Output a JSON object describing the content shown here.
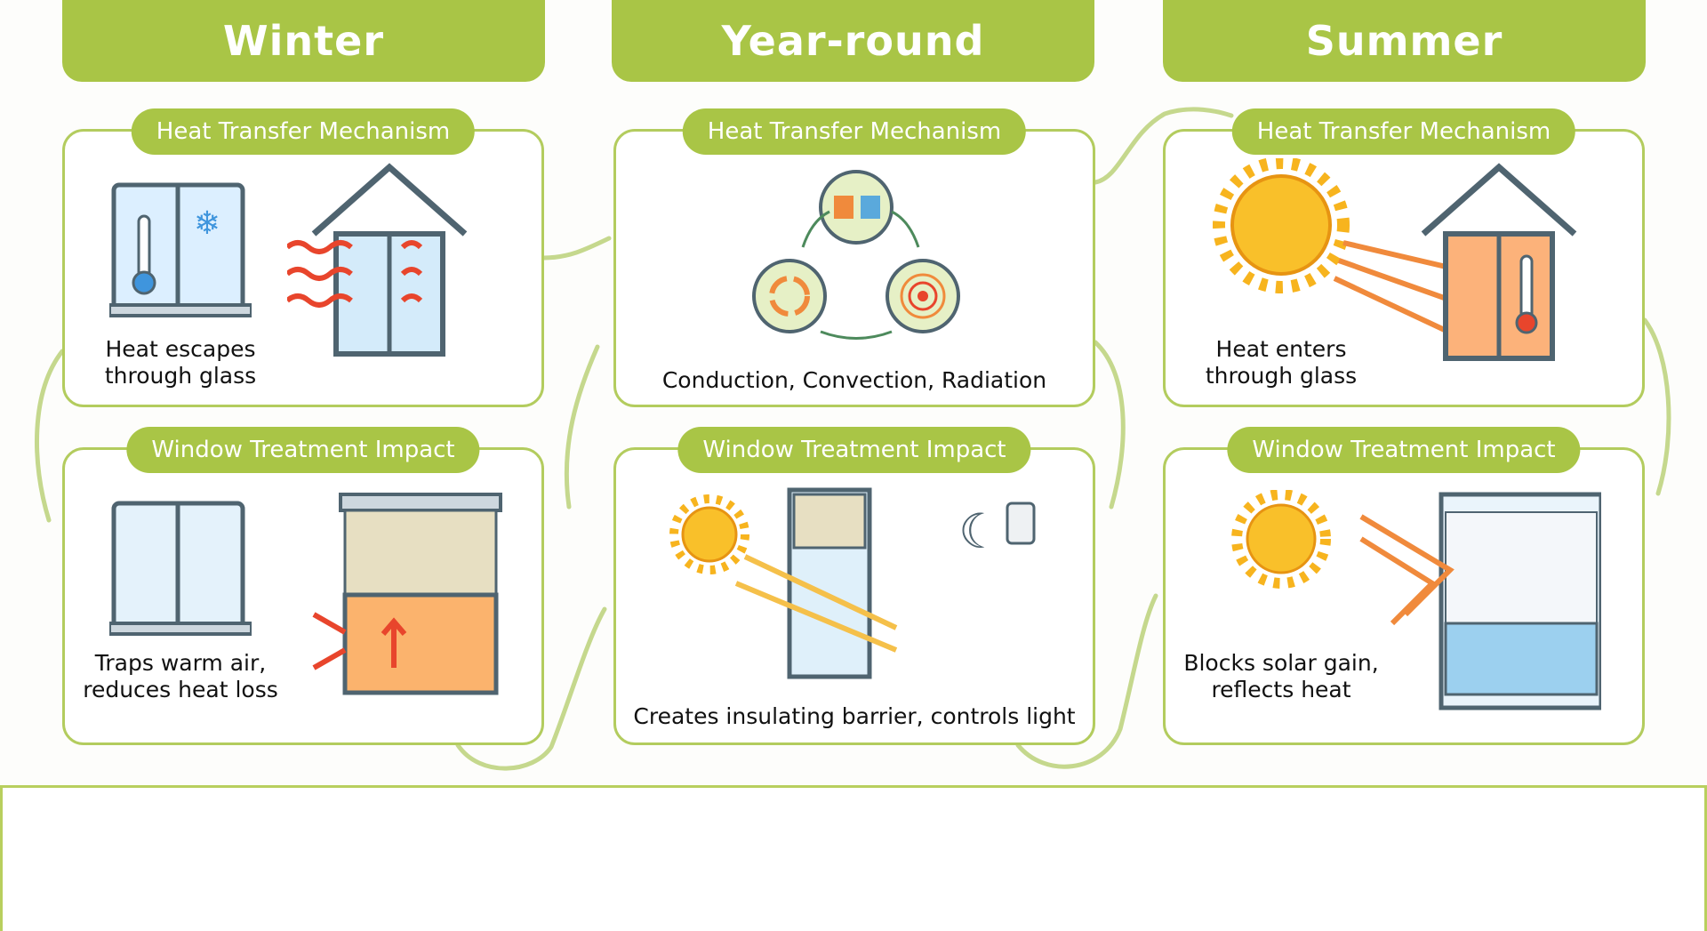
{
  "columns": [
    {
      "title": "Winter",
      "mechanism": {
        "label": "Heat Transfer Mechanism",
        "caption": [
          "Heat escapes",
          "through glass"
        ]
      },
      "impact": {
        "label": "Window Treatment Impact",
        "caption": [
          "Traps warm air,",
          "reduces heat loss"
        ]
      }
    },
    {
      "title": "Year-round",
      "mechanism": {
        "label": "Heat Transfer Mechanism",
        "caption": [
          "Conduction, Convection, Radiation"
        ]
      },
      "impact": {
        "label": "Window Treatment Impact",
        "caption": [
          "Creates insulating barrier, controls light"
        ]
      }
    },
    {
      "title": "Summer",
      "mechanism": {
        "label": "Heat Transfer Mechanism",
        "caption": [
          "Heat enters",
          "through glass"
        ]
      },
      "impact": {
        "label": "Window Treatment Impact",
        "caption": [
          "Blocks solar gain,",
          "reflects heat"
        ]
      }
    }
  ],
  "colors": {
    "accent": "#a9c546",
    "border": "#b3cc5e",
    "heat": "#e8452c",
    "cold": "#5aa9dc",
    "sun": "#f7b41e"
  }
}
